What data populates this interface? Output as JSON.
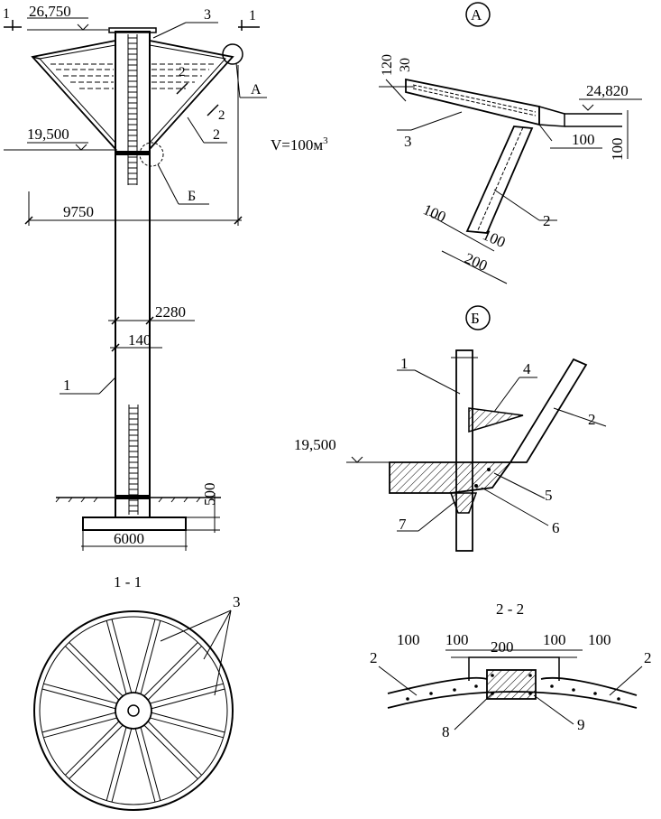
{
  "tower": {
    "elev_top": "26,750",
    "elev_mid": "19,500",
    "width_label": "9750",
    "shaft_diam": "2280",
    "wall_thk": "140",
    "found_width": "6000",
    "found_depth": "500",
    "volume": "V=100м",
    "volume_sup": "3",
    "cut_1": "1",
    "cut_2": "2",
    "callout_a": "А",
    "callout_b": "Б",
    "pos_1": "1",
    "pos_2": "2",
    "pos_3": "3"
  },
  "detail_a": {
    "title": "А",
    "dim_120": "120",
    "dim_30": "30",
    "elev": "24,820",
    "dim_100a": "100",
    "dim_100b": "100",
    "dim_100c": "100",
    "dim_100d": "100",
    "dim_200": "200",
    "pos_3": "3",
    "pos_2": "2"
  },
  "detail_b": {
    "title": "Б",
    "elev": "19,500",
    "pos_1": "1",
    "pos_2": "2",
    "pos_4": "4",
    "pos_5": "5",
    "pos_6": "6",
    "pos_7": "7"
  },
  "section_11": {
    "title": "1 - 1",
    "pos_3": "3"
  },
  "section_22": {
    "title": "2 - 2",
    "dim_100a": "100",
    "dim_100b": "100",
    "dim_200": "200",
    "dim_100c": "100",
    "dim_100d": "100",
    "pos_2l": "2",
    "pos_2r": "2",
    "pos_8": "8",
    "pos_9": "9"
  }
}
